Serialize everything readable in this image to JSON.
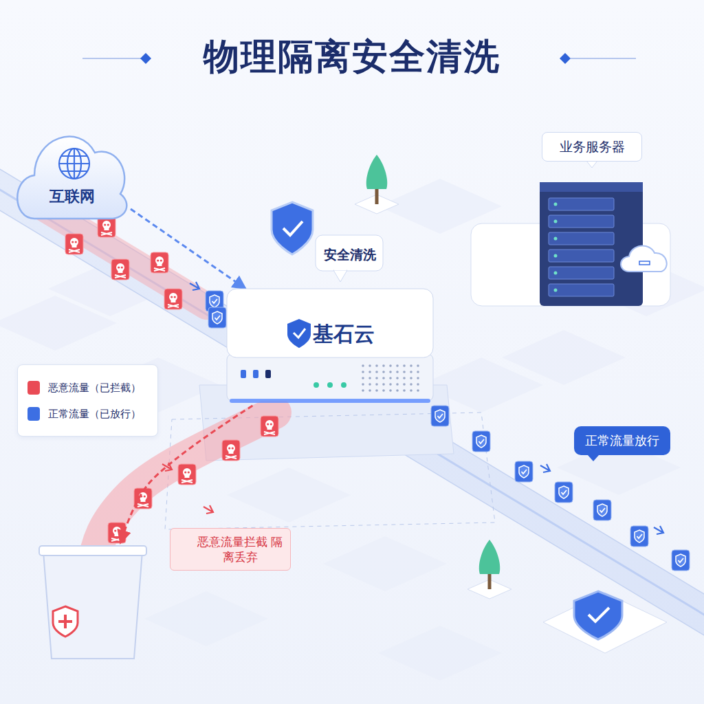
{
  "diagram": {
    "title": "物理隔离安全清洗",
    "nodes": [
      {
        "text": [
          "互联网"
        ]
      },
      {
        "text": [
          "安全清洗"
        ]
      },
      {
        "text": [
          "基石云"
        ]
      },
      {
        "text": [
          "业务服务器"
        ]
      },
      {
        "text": [
          "恶意流量拦截 隔离丢弃"
        ]
      },
      {
        "text": [
          "正常流量放行"
        ]
      }
    ],
    "edges": [
      {
        "from": 0,
        "to": 2,
        "arrow": "to"
      },
      {
        "from": 2,
        "to": 4,
        "arrow": "to"
      }
    ],
    "legend": [
      {
        "text": "恶意流量（已拦截）",
        "color": "#e94b55"
      },
      {
        "text": "正常流量（已放行）",
        "color": "#3d6fe3"
      }
    ]
  }
}
